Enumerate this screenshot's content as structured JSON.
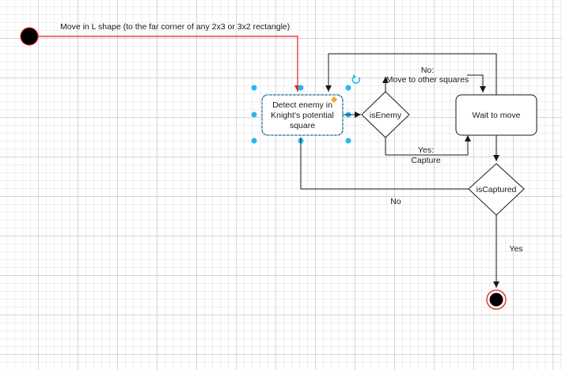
{
  "diagram": {
    "start_label": "Move in L shape (to the far corner of any 2x3 or 3x2 rectangle)",
    "detect_node": {
      "lines": [
        "Detect enemy in",
        "Knight's potential",
        "square"
      ]
    },
    "is_enemy": {
      "label": "isEnemy"
    },
    "wait_node": {
      "label": "Wait to move"
    },
    "is_captured": {
      "label": "isCaptured"
    },
    "edge_no_enemy": {
      "lines": [
        "No:",
        "Move to other squares"
      ]
    },
    "edge_yes_enemy": {
      "lines": [
        "Yes:",
        "Capture"
      ]
    },
    "edge_no_captured": {
      "label": "No"
    },
    "edge_yes_captured": {
      "label": "Yes"
    }
  },
  "colors": {
    "start_edge": "#e0231c",
    "edge": "#1a1a1a",
    "selection": "#29b6f2",
    "end_ring": "#e0231c"
  },
  "icons": [
    "rotate-handle-icon",
    "resize-handle-icon"
  ]
}
